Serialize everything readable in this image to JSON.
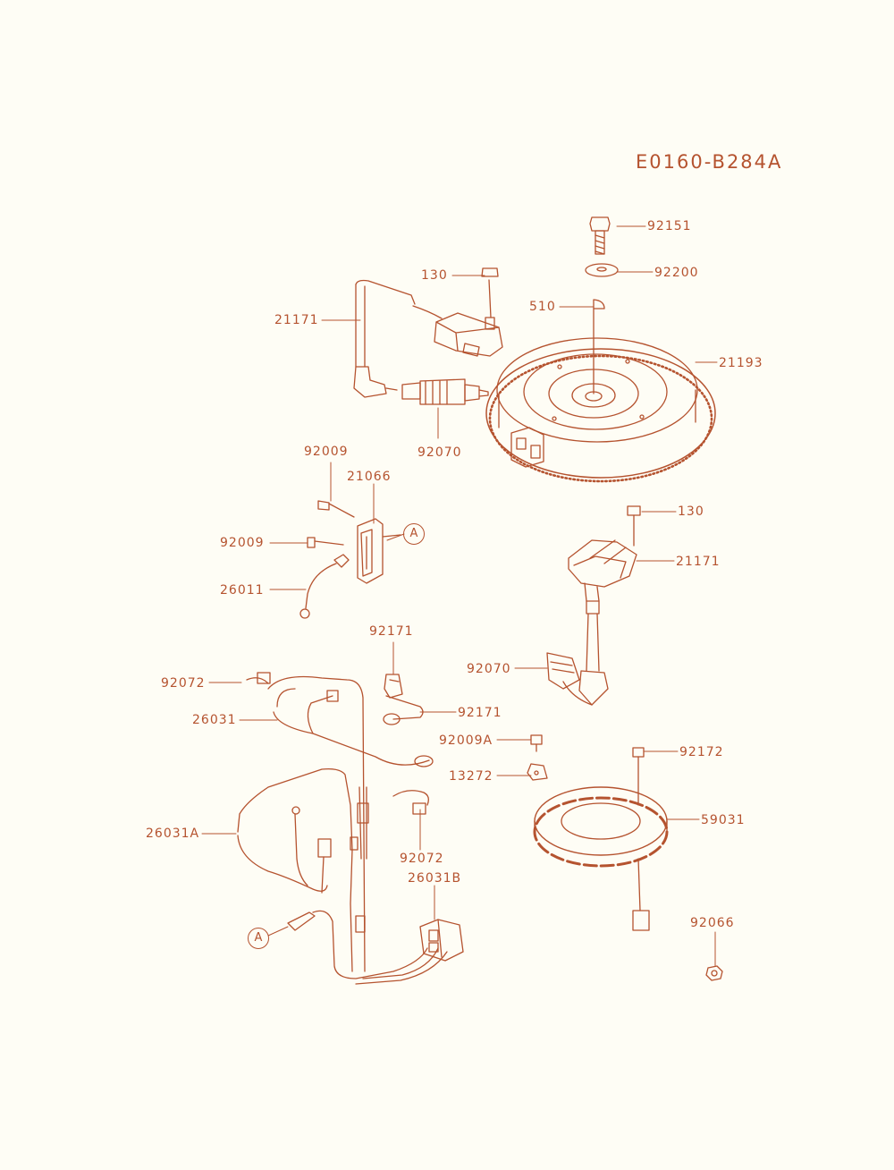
{
  "diagram_code": "E0160-B284A",
  "connector_marker": "A",
  "colors": {
    "ink": "#b5532f",
    "background": "#fefdf5"
  },
  "callouts": {
    "bolt_top": "92151",
    "washer": "92200",
    "key": "510",
    "flywheel": "21193",
    "bolt_coil_top": "130",
    "coil_top": "21171",
    "plug_top": "92070",
    "screw_a": "92009",
    "screw_b": "92009",
    "module": "21066",
    "lead": "26011",
    "bolt_coil_right": "130",
    "coil_right": "21171",
    "clamp_upper": "92171",
    "clamp_lower": "92171",
    "plug_right": "92070",
    "connector_left": "92072",
    "harness": "26031",
    "screw_9a": "92009A",
    "bracket": "13272",
    "bolt_stator": "92172",
    "stator": "59031",
    "harness_a": "26031A",
    "connector_mid": "92072",
    "harness_b": "26031B",
    "nut": "92066"
  }
}
